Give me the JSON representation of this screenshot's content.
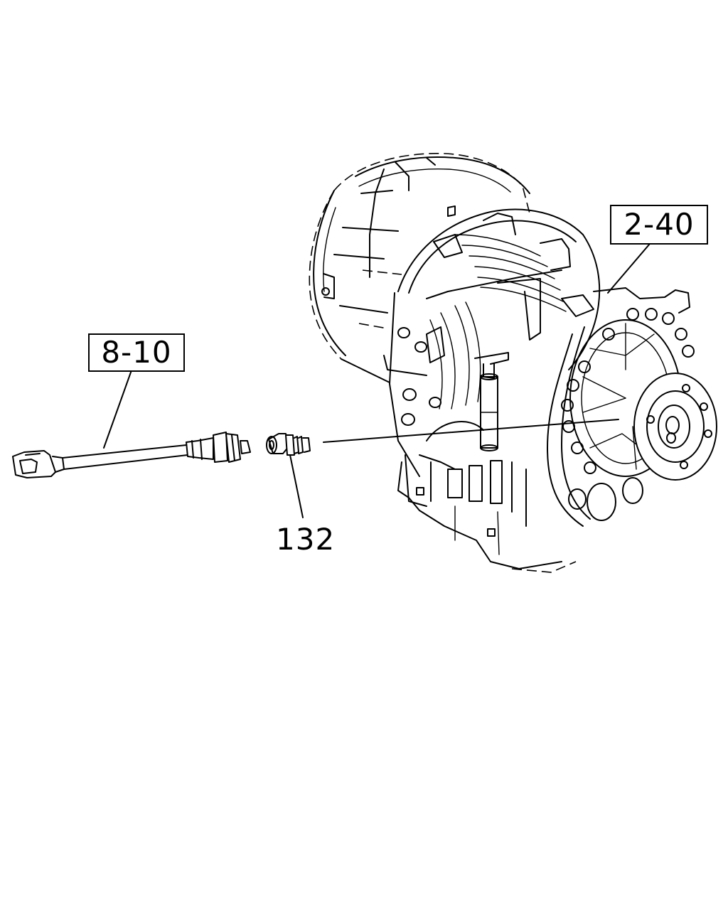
{
  "callouts": {
    "transmission": "2-40",
    "harness": "8-10",
    "sensor": "132"
  }
}
